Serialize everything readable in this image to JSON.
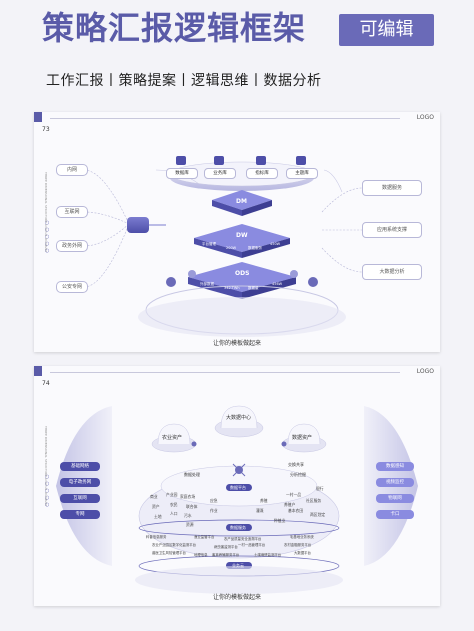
{
  "header": {
    "title": "策略汇报逻辑框架",
    "badge": "可编辑",
    "subtitle": "工作汇报丨策略提案丨逻辑思维丨数据分析"
  },
  "panel1": {
    "page_number": "73",
    "logo": "LOGO",
    "left_sources": [
      "内网",
      "互联网",
      "政务外网",
      "公安专网"
    ],
    "top_repos": [
      "数据库",
      "业务库",
      "指标库",
      "主题库"
    ],
    "layers": [
      "DM",
      "DW",
      "ODS"
    ],
    "layer_tags": {
      "dw": [
        "平台管理",
        "200W",
        "数据服务",
        "450W"
      ],
      "ods": [
        "外部数据",
        "342.TWh",
        "数据量",
        "456W"
      ]
    },
    "right_services": [
      "数据服务",
      "应用系统支撑",
      "大数据分析"
    ],
    "footer": "让你的模板做起来",
    "vertical_text": "THREE DIMENSIONAL STRUCTURE LOGICAL DIAGRAM"
  },
  "panel2": {
    "page_number": "74",
    "logo": "LOGO",
    "left_nets": [
      "基础网络",
      "电子政务网",
      "互联网",
      "专网"
    ],
    "right_items": [
      "数据感知",
      "视频监控",
      "物联网",
      "卡口"
    ],
    "top_center": "大数据中心",
    "assets_left": "农业资产",
    "assets_right": "数据资产",
    "mid_row1": [
      "数据处理",
      "交换共享",
      "分析挖掘"
    ],
    "platform": "数据平台",
    "cluster_left": [
      "商业",
      "产业园",
      "家庭农场",
      "资产",
      "农民",
      "人口",
      "联合体",
      "土地",
      "污水",
      "资源"
    ],
    "cluster_center": [
      "应急",
      "作业",
      "养殖",
      "灌溉"
    ],
    "cluster_right": [
      "一村一品",
      "银行",
      "养殖户",
      "社区服务",
      "基本农田",
      "两区划定",
      "种植业"
    ],
    "center_band": "数据服务",
    "apps": [
      "科普信息服务",
      "渔业监管平台",
      "农产品质量安全追溯平台",
      "毛基地业务系统",
      "农业产业园区数字化监测平台",
      "病虫害监测平台",
      "农村金融服务平台",
      "兽医卫生风险管理平台",
      "畜禽养殖服务平台",
      "土壤墒情监测平台",
      "大数据平台",
      "一村一品管理平台",
      "地理信息"
    ],
    "bottom_band": "业务云",
    "footer": "让你的模板做起来",
    "vertical_text": "THREE DIMENSIONAL STRUCTURE LOGICAL DIAGRAM"
  }
}
